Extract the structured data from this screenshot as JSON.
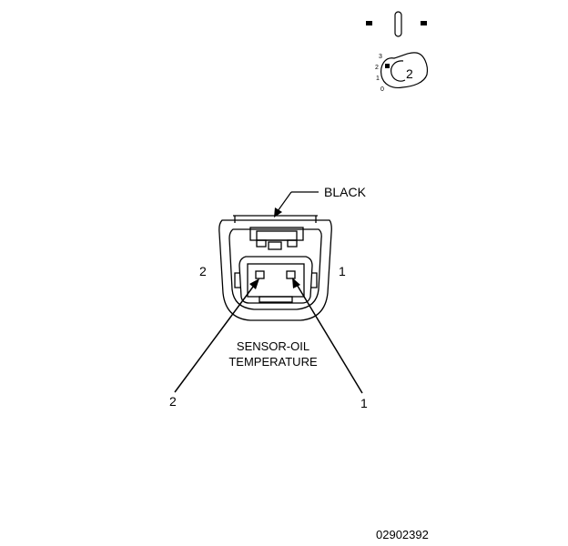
{
  "connector": {
    "color_label": "BLACK",
    "name_line1": "SENSOR-OIL",
    "name_line2": "TEMPERATURE",
    "cavity_label_left": "2",
    "cavity_label_right": "1"
  },
  "callouts": {
    "wire_left": "2",
    "wire_right": "1"
  },
  "position_icon": {
    "scale_labels": [
      "3",
      "2",
      "1",
      "0"
    ],
    "plug_number": "2"
  },
  "figure_id": "02902392"
}
